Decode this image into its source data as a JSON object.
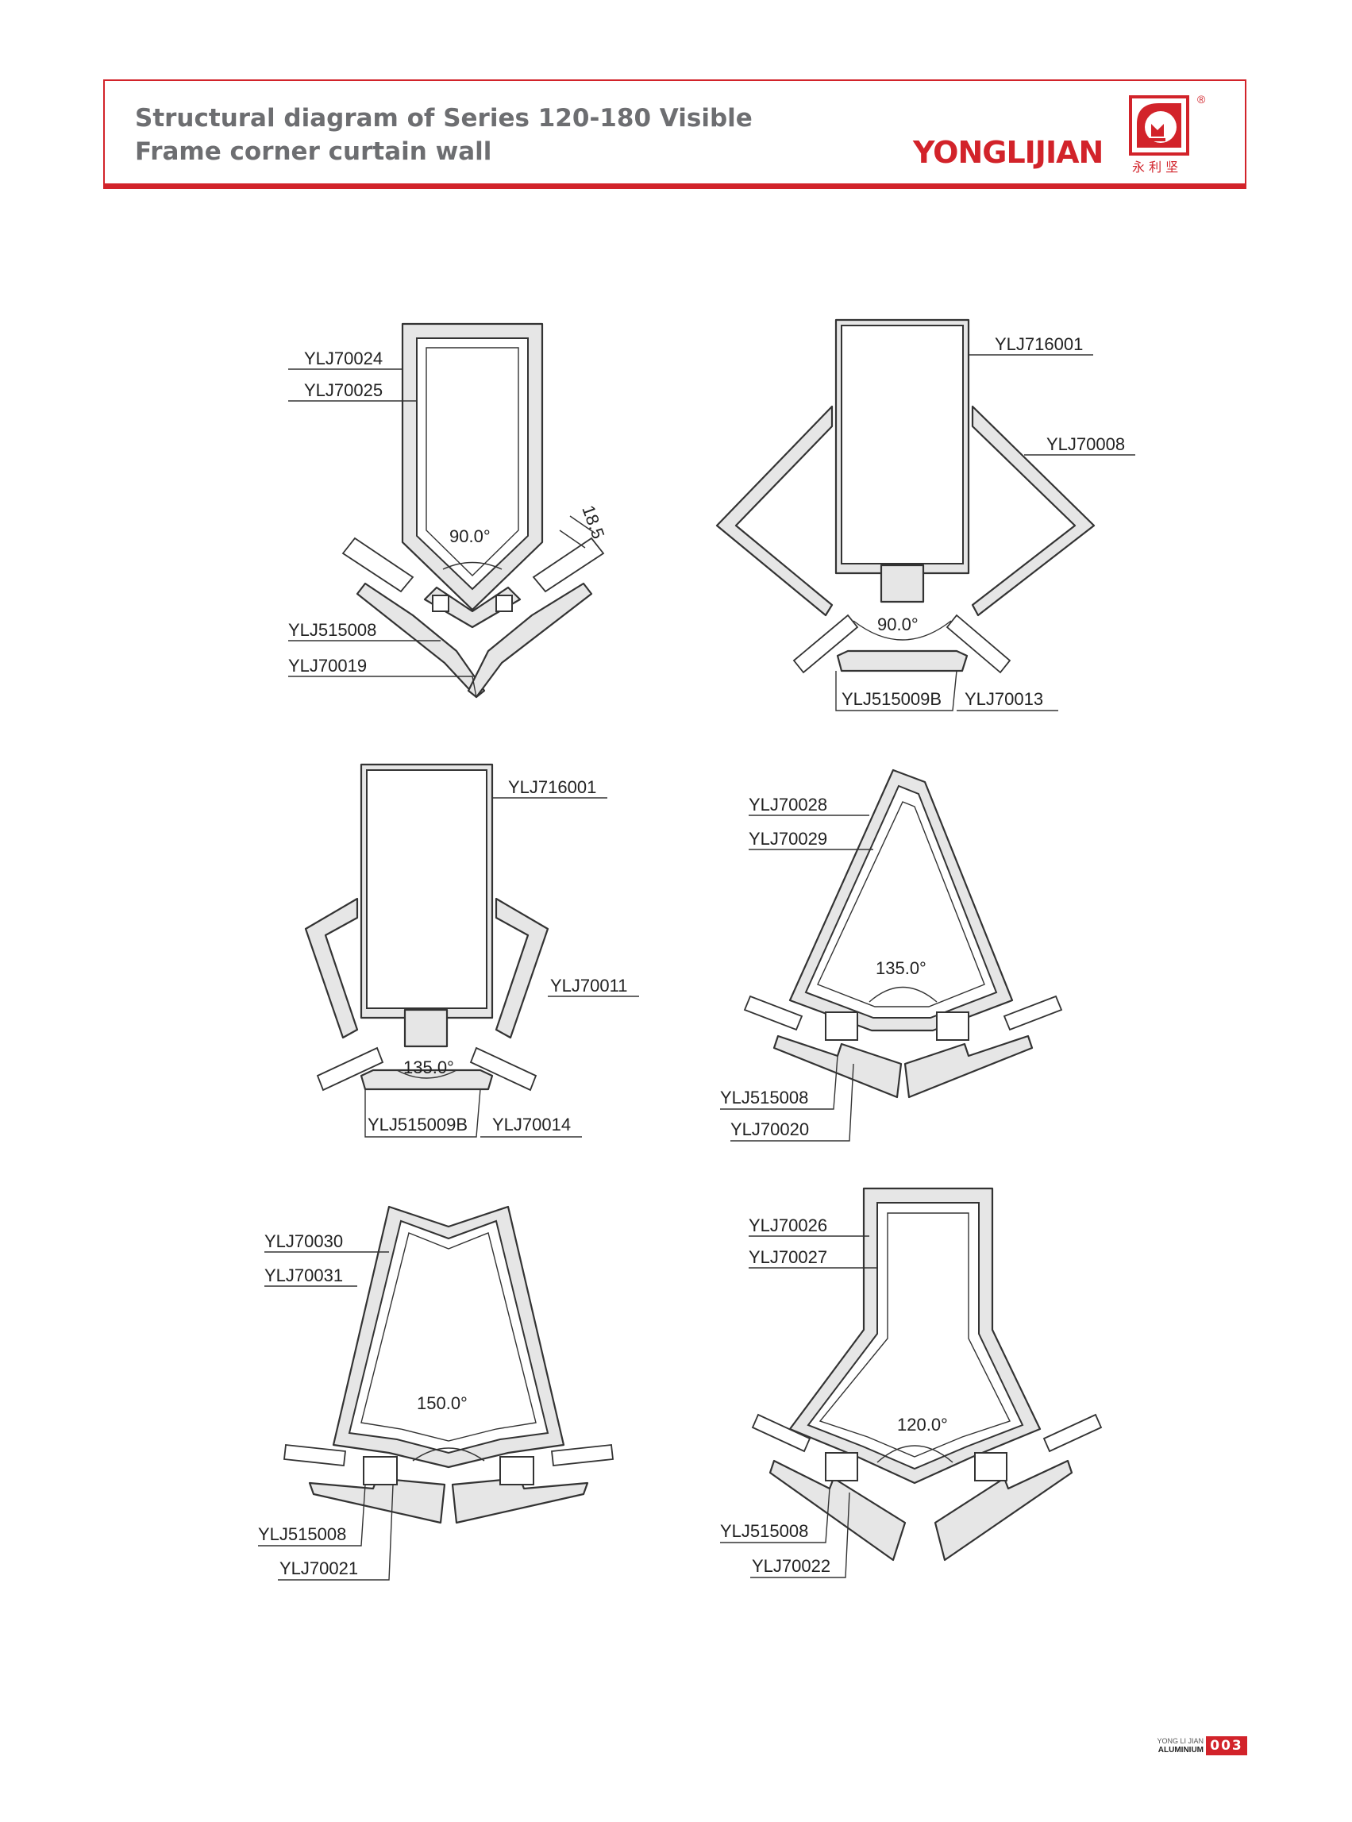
{
  "header": {
    "title_line1": "Structural diagram of Series 120-180 Visible",
    "title_line2": "Frame corner curtain wall",
    "brand": "YONGLIJIAN",
    "registered": "®",
    "logo_chinese": "永 利 坚"
  },
  "colors": {
    "accent": "#d2232a",
    "title_gray": "#6d6e71",
    "profile_fill": "#e6e6e6",
    "stroke": "#333333"
  },
  "diagrams": [
    {
      "angle": "90.0°",
      "dimension": "18.5",
      "labels": [
        "YLJ70024",
        "YLJ70025",
        "YLJ515008",
        "YLJ70019"
      ]
    },
    {
      "angle": "90.0°",
      "labels": [
        "YLJ716001",
        "YLJ70008",
        "YLJ515009B",
        "YLJ70013"
      ]
    },
    {
      "angle": "135.0°",
      "labels": [
        "YLJ716001",
        "YLJ70011",
        "YLJ515009B",
        "YLJ70014"
      ]
    },
    {
      "angle": "135.0°",
      "labels": [
        "YLJ70028",
        "YLJ70029",
        "YLJ515008",
        "YLJ70020"
      ]
    },
    {
      "angle": "150.0°",
      "labels": [
        "YLJ70030",
        "YLJ70031",
        "YLJ515008",
        "YLJ70021"
      ]
    },
    {
      "angle": "120.0°",
      "labels": [
        "YLJ70026",
        "YLJ70027",
        "YLJ515008",
        "YLJ70022"
      ]
    }
  ],
  "footer": {
    "line1": "YONG LI JIAN",
    "line2": "ALUMINIUM",
    "page": "003"
  }
}
